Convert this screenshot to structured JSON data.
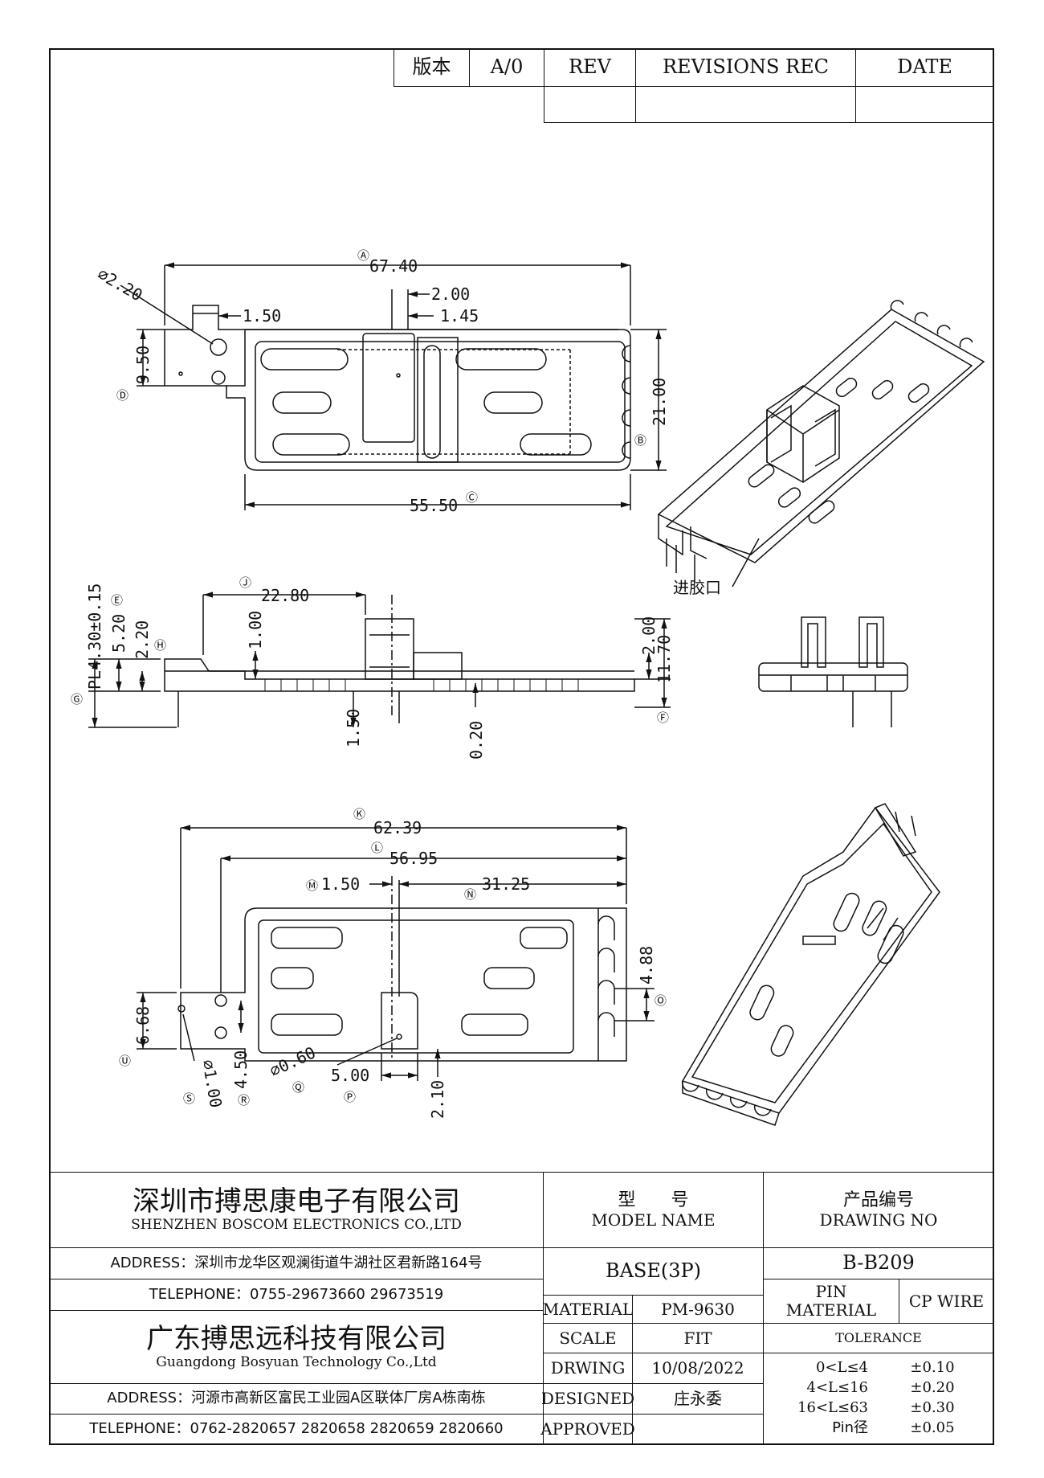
{
  "revision": {
    "version_label": "版本",
    "version_value": "A/0",
    "rev": "REV",
    "revisions_rec": "REVISIONS REC",
    "date": "DATE"
  },
  "dimensions": {
    "A": "67.40",
    "dia_2_20": "⌀2.20",
    "d_2_00": "2.00",
    "d_1_50_top": "1.50",
    "d_1_45": "1.45",
    "d_9_50": "9.50",
    "B": "21.00",
    "C": "55.50",
    "J": "22.80",
    "d_pl": "PL4.30±0.15",
    "d_5_20": "5.20",
    "d_2_20": "2.20",
    "d_1_00": "1.00",
    "d_2_00_side": "2.00",
    "d_11_70": "11.70",
    "d_1_50_side": "1.50",
    "d_0_20": "0.20",
    "K": "62.39",
    "L": "56.95",
    "M": "1.50",
    "N": "31.25",
    "O": "4.88",
    "d_6_68": "6.68",
    "d_4_50": "4.50",
    "dia_1_00": "⌀1.00",
    "dia_0_60": "⌀0.60",
    "d_5_00": "5.00",
    "d_2_10": "2.10"
  },
  "callouts": {
    "A": "Ⓐ",
    "B": "Ⓑ",
    "C": "Ⓒ",
    "D": "Ⓓ",
    "E": "Ⓔ",
    "F": "Ⓕ",
    "G": "Ⓖ",
    "H": "Ⓗ",
    "J": "Ⓙ",
    "K": "Ⓚ",
    "L": "Ⓛ",
    "M": "Ⓜ",
    "N": "Ⓝ",
    "O": "Ⓞ",
    "P": "Ⓟ",
    "Q": "Ⓠ",
    "R": "Ⓡ",
    "S": "Ⓢ",
    "U": "Ⓤ"
  },
  "gate_label": "进胶口",
  "title_block": {
    "company1_cn": "深圳市搏思康电子有限公司",
    "company1_en": "SHENZHEN BOSCOM ELECTRONICS CO.,LTD",
    "address1": "ADDRESS：深圳市龙华区观澜街道牛湖社区君新路164号",
    "telephone1": "TELEPHONE：0755-29673660 29673519",
    "company2_cn": "广东搏思远科技有限公司",
    "company2_en": "Guangdong Bosyuan Technology Co.,Ltd",
    "address2": "ADDRESS：河源市高新区富民工业园A区联体厂房A栋南栋",
    "telephone2": "TELEPHONE：0762-2820657 2820658 2820659 2820660",
    "model_cn": "型　　号",
    "model_en": "MODEL NAME",
    "model_value": "BASE(3P)",
    "drawing_cn": "产品编号",
    "drawing_en": "DRAWING NO",
    "drawing_value": "B-B209",
    "material_label": "MATERIAL",
    "material_value": "PM-9630",
    "scale_label": "SCALE",
    "scale_value": "FIT",
    "drawing_label": "DRWING",
    "drawing_date": "10/08/2022",
    "designed_label": "DESIGNED",
    "designed_value": "庄永委",
    "approved_label": "APPROVED",
    "approved_value": "",
    "pin_material_label_1": "PIN",
    "pin_material_label_2": "MATERIAL",
    "pin_material_value": "CP WIRE",
    "tolerance_title": "TOLERANCE",
    "tolerance": [
      {
        "range": "0<L≤4",
        "value": "±0.10"
      },
      {
        "range": "4<L≤16",
        "value": "±0.20"
      },
      {
        "range": "16<L≤63",
        "value": "±0.30"
      },
      {
        "range": "Pin径",
        "value": "±0.05"
      }
    ]
  }
}
